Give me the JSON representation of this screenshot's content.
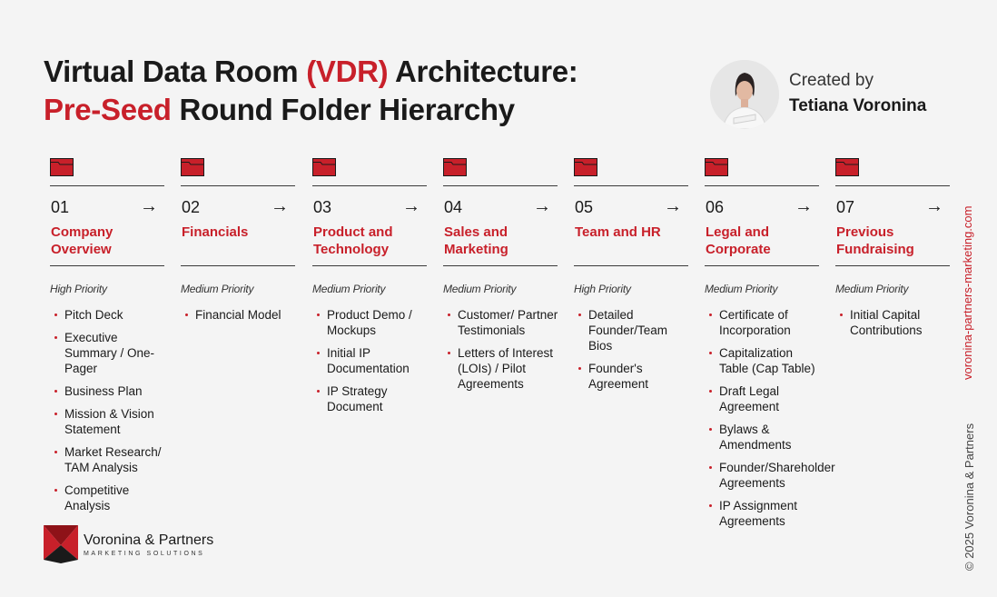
{
  "title": {
    "line1_part1": "Virtual Data Room ",
    "line1_red": "(VDR)",
    "line1_part2": " Architecture:",
    "line2_red": "Pre-Seed",
    "line2_part2": " Round Folder Hierarchy"
  },
  "creator": {
    "label": "Created by",
    "name": "Tetiana Voronina"
  },
  "accent_color": "#c8202a",
  "columns": [
    {
      "number": "01",
      "arrow": "→",
      "title": "Company Overview",
      "priority": "High Priority",
      "items": [
        "Pitch Deck",
        "Executive Summary / One-Pager",
        "Business Plan",
        "Mission & Vision Statement",
        "Market Research/ TAM Analysis",
        "Competitive Analysis"
      ]
    },
    {
      "number": "02",
      "arrow": "→",
      "title": "Financials",
      "priority": "Medium Priority",
      "items": [
        "Financial Model"
      ]
    },
    {
      "number": "03",
      "arrow": "→",
      "title": "Product and Technology",
      "priority": "Medium Priority",
      "items": [
        "Product Demo / Mockups",
        "Initial IP Documentation",
        "IP Strategy Document"
      ]
    },
    {
      "number": "04",
      "arrow": "→",
      "title": "Sales and Marketing",
      "priority": "Medium Priority",
      "items": [
        "Customer/ Partner Testimonials",
        "Letters of Interest (LOIs) / Pilot Agreements"
      ]
    },
    {
      "number": "05",
      "arrow": "→",
      "title": "Team and HR",
      "priority": "High Priority",
      "items": [
        "Detailed Founder/Team Bios",
        "Founder's Agreement"
      ]
    },
    {
      "number": "06",
      "arrow": "→",
      "title": "Legal and Corporate",
      "priority": "Medium Priority",
      "items": [
        "Certificate of Incorporation",
        "Capitalization Table (Cap Table)",
        "Draft Legal Agreement",
        "Bylaws & Amendments",
        "Founder/Shareholder Agreements",
        "IP Assignment Agreements"
      ]
    },
    {
      "number": "07",
      "arrow": "→",
      "title": "Previous Fundraising",
      "priority": "Medium Priority",
      "items": [
        "Initial Capital Contributions"
      ]
    }
  ],
  "logo": {
    "name": "Voronina & Partners",
    "tagline": "MARKETING SOLUTIONS"
  },
  "side": {
    "url": "voronina-partners-marketing.com",
    "copyright": "© 2025 Voronina & Partners"
  }
}
